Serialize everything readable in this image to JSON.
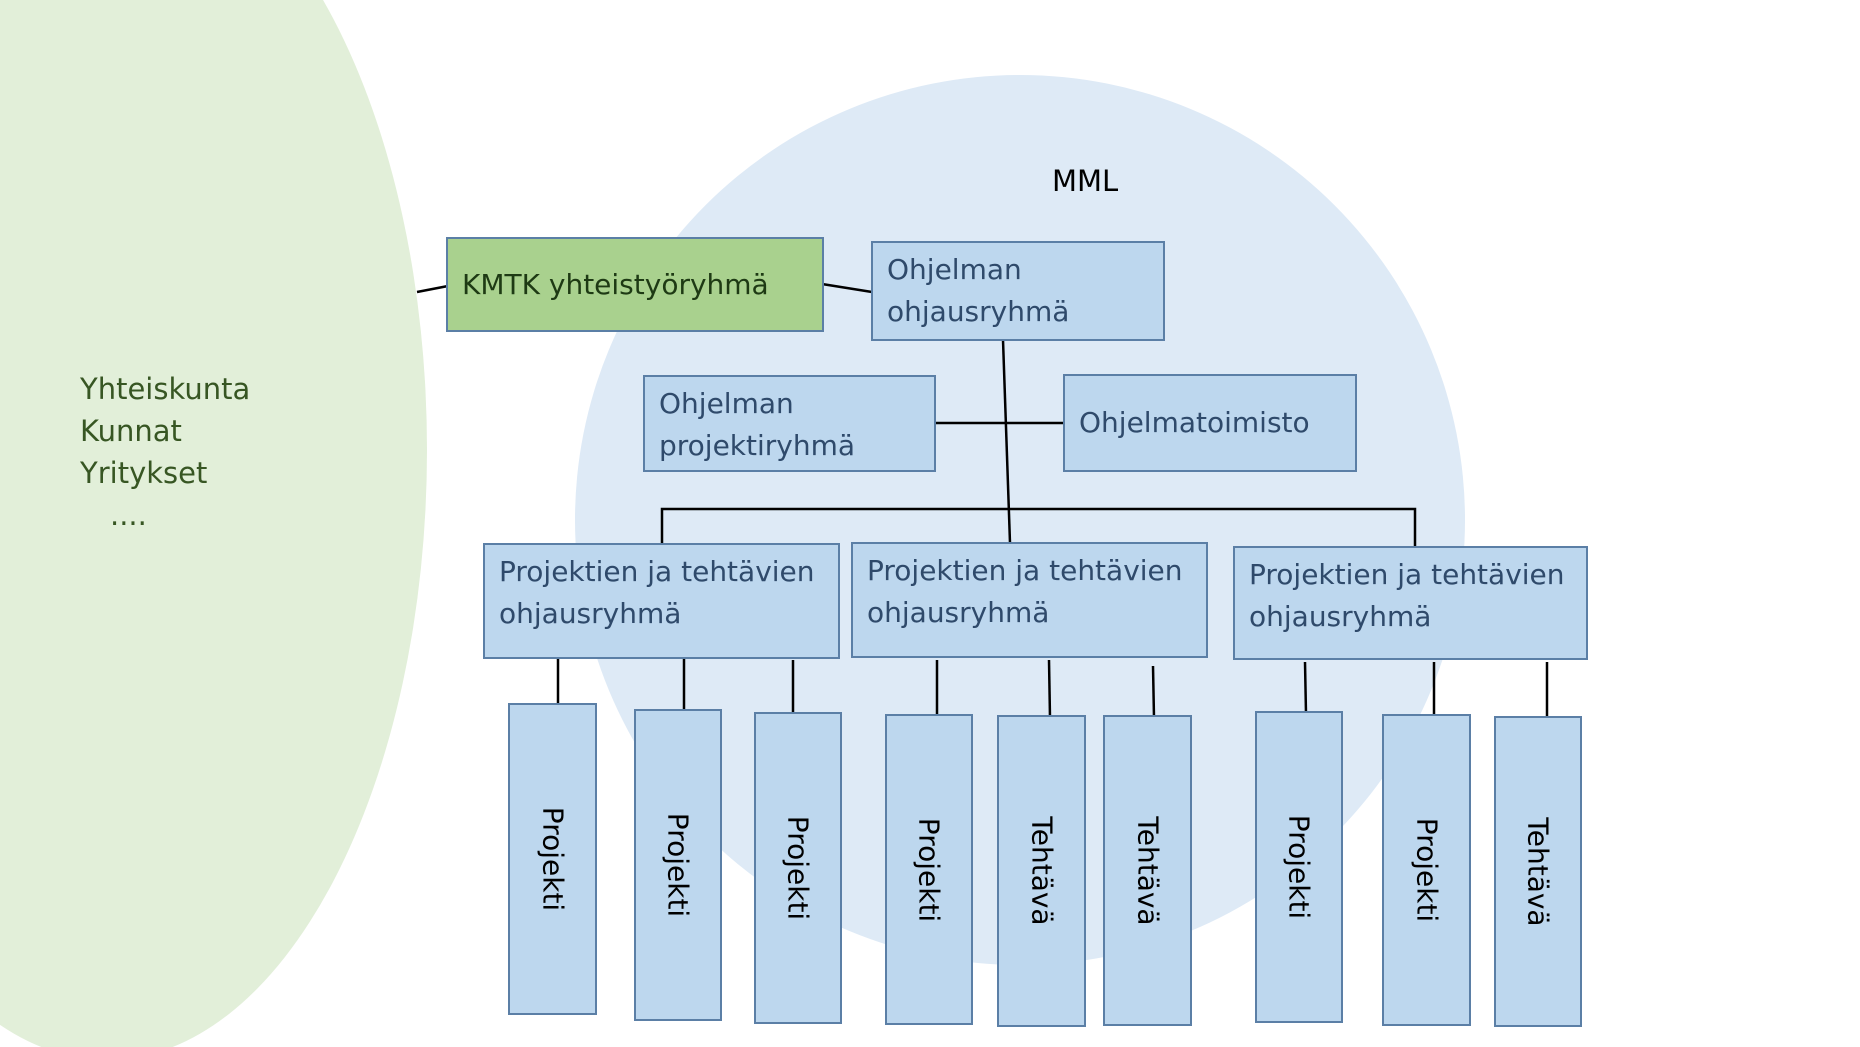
{
  "colors": {
    "stakeholder_ellipse": "#e2efd9",
    "organization_circle": "#deeaf6",
    "box_fill": "#bdd7ee",
    "box_border": "#5b7fa6",
    "cooperation_box_fill": "#a9d18e",
    "connector": "#000000"
  },
  "organization": {
    "label": "MML"
  },
  "stakeholders": [
    "Yhteiskunta",
    "Kunnat",
    "Yritykset",
    "...."
  ],
  "cooperation_group": {
    "label": "KMTK yhteistyöryhmä"
  },
  "program_steering": {
    "line1": "Ohjelman",
    "line2": "ohjausryhmä"
  },
  "program_project_group": {
    "line1": "Ohjelman",
    "line2": "projektiryhmä"
  },
  "program_office": {
    "label": "Ohjelmatoimisto"
  },
  "steering_groups": [
    {
      "line1": "Projektien ja tehtävien",
      "line2": "ohjausryhmä",
      "items": [
        "Projekti",
        "Projekti",
        "Projekti"
      ]
    },
    {
      "line1": "Projektien ja tehtävien",
      "line2": "ohjausryhmä",
      "items": [
        "Projekti",
        "Tehtävä",
        "Tehtävä"
      ]
    },
    {
      "line1": "Projektien ja tehtävien",
      "line2": "ohjausryhmä",
      "items": [
        "Projekti",
        "Projekti",
        "Tehtävä"
      ]
    }
  ]
}
